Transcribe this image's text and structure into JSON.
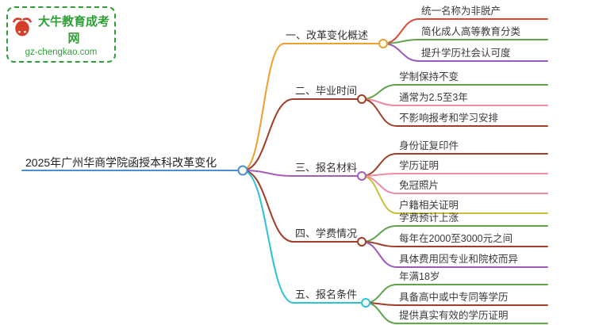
{
  "logo": {
    "title": "大牛教育成考网",
    "url": "gz-chengkao.com",
    "brand_green": "#2e9e36",
    "bull_red": "#d43d2a"
  },
  "root": {
    "label": "2025年广州华商学院函授本科改革变化",
    "color": "#4a8fd3"
  },
  "branches": [
    {
      "label": "一、改革变化概述",
      "color": "#ef9f2d",
      "children": [
        {
          "label": "统一名称为非脱产",
          "color": "#dc4b38"
        },
        {
          "label": "简化成人高等教育分类",
          "color": "#61a34c"
        },
        {
          "label": "提升学历社会认可度",
          "color": "#9c59b8"
        }
      ]
    },
    {
      "label": "二、毕业时间",
      "color": "#a13d28",
      "children": [
        {
          "label": "学制保持不变",
          "color": "#61a34c"
        },
        {
          "label": "通常为2.5至3年",
          "color": "#ef8ba3"
        },
        {
          "label": "不影响报考和学习安排",
          "color": "#a13d28"
        }
      ]
    },
    {
      "label": "三、报名材料",
      "color": "#a55cba",
      "children": [
        {
          "label": "身份证复印件",
          "color": "#a13d28"
        },
        {
          "label": "学历证明",
          "color": "#ef8ba3"
        },
        {
          "label": "免冠照片",
          "color": "#ef8ba3"
        },
        {
          "label": "户籍相关证明",
          "color": "#c9c03c"
        }
      ]
    },
    {
      "label": "四、学费情况",
      "color": "#a13d28",
      "children": [
        {
          "label": "学费预计上涨",
          "color": "#61a34c"
        },
        {
          "label": "每年在2000至3000元之间",
          "color": "#a13d28"
        },
        {
          "label": "具体费用因专业和院校而异",
          "color": "#9c59b8"
        }
      ]
    },
    {
      "label": "五、报名条件",
      "color": "#2fc2d8",
      "children": [
        {
          "label": "年满18岁",
          "color": "#61a34c"
        },
        {
          "label": "具备高中或中专同等学历",
          "color": "#a13d28"
        },
        {
          "label": "提供真实有效的学历证明",
          "color": "#61a34c"
        }
      ]
    }
  ]
}
